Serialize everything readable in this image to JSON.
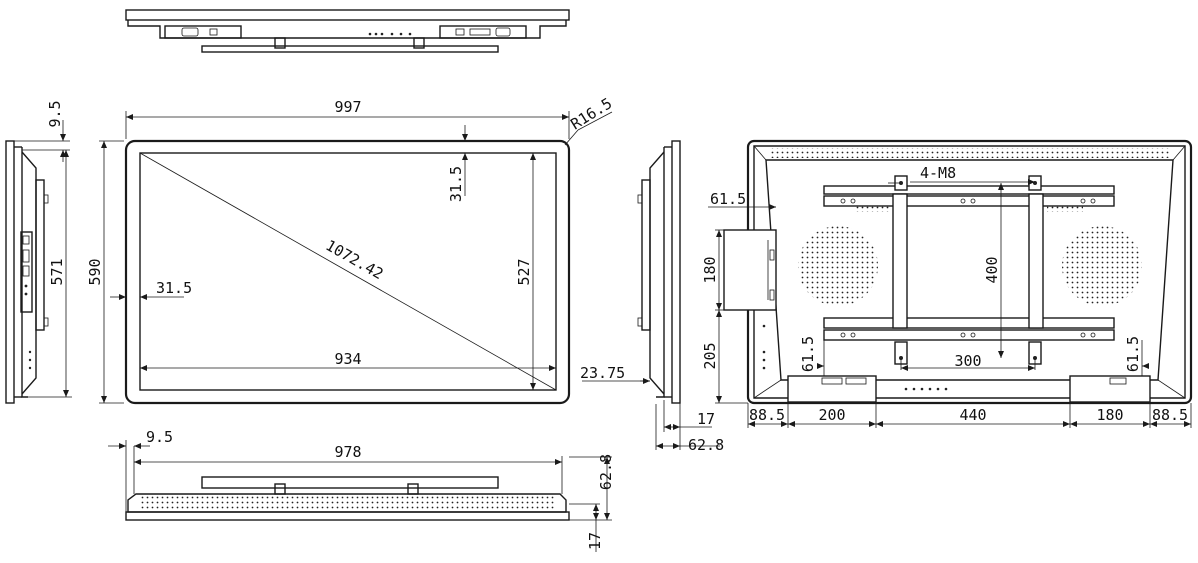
{
  "diagram": {
    "dimensions": {
      "top_overall_width": "997",
      "corner_radius": "R16.5",
      "diagonal": "1072.42",
      "inner_width": "934",
      "inner_height": "527",
      "overall_height": "590",
      "bezel_left": "31.5",
      "bezel_top": "31.5",
      "side_top": "9.5",
      "side_height": "571",
      "side_bezel": "23.75",
      "side_depth": "17",
      "side_depth_total": "62.8",
      "bottom_offset": "9.5",
      "bottom_width": "978",
      "bottom_depth": "62.8",
      "bottom_depth_small": "17",
      "vesa_screws": "4-M8",
      "vesa_h": "300",
      "vesa_v": "400",
      "rear_top_offset": "61.5",
      "rear_left_height": "180",
      "rear_left_low": "205",
      "rear_inner_left": "61.5",
      "rear_inner_right": "61.5",
      "rear_dim_1": "88.5",
      "rear_dim_2": "200",
      "rear_dim_3": "440",
      "rear_dim_4": "180",
      "rear_dim_5": "88.5"
    }
  }
}
